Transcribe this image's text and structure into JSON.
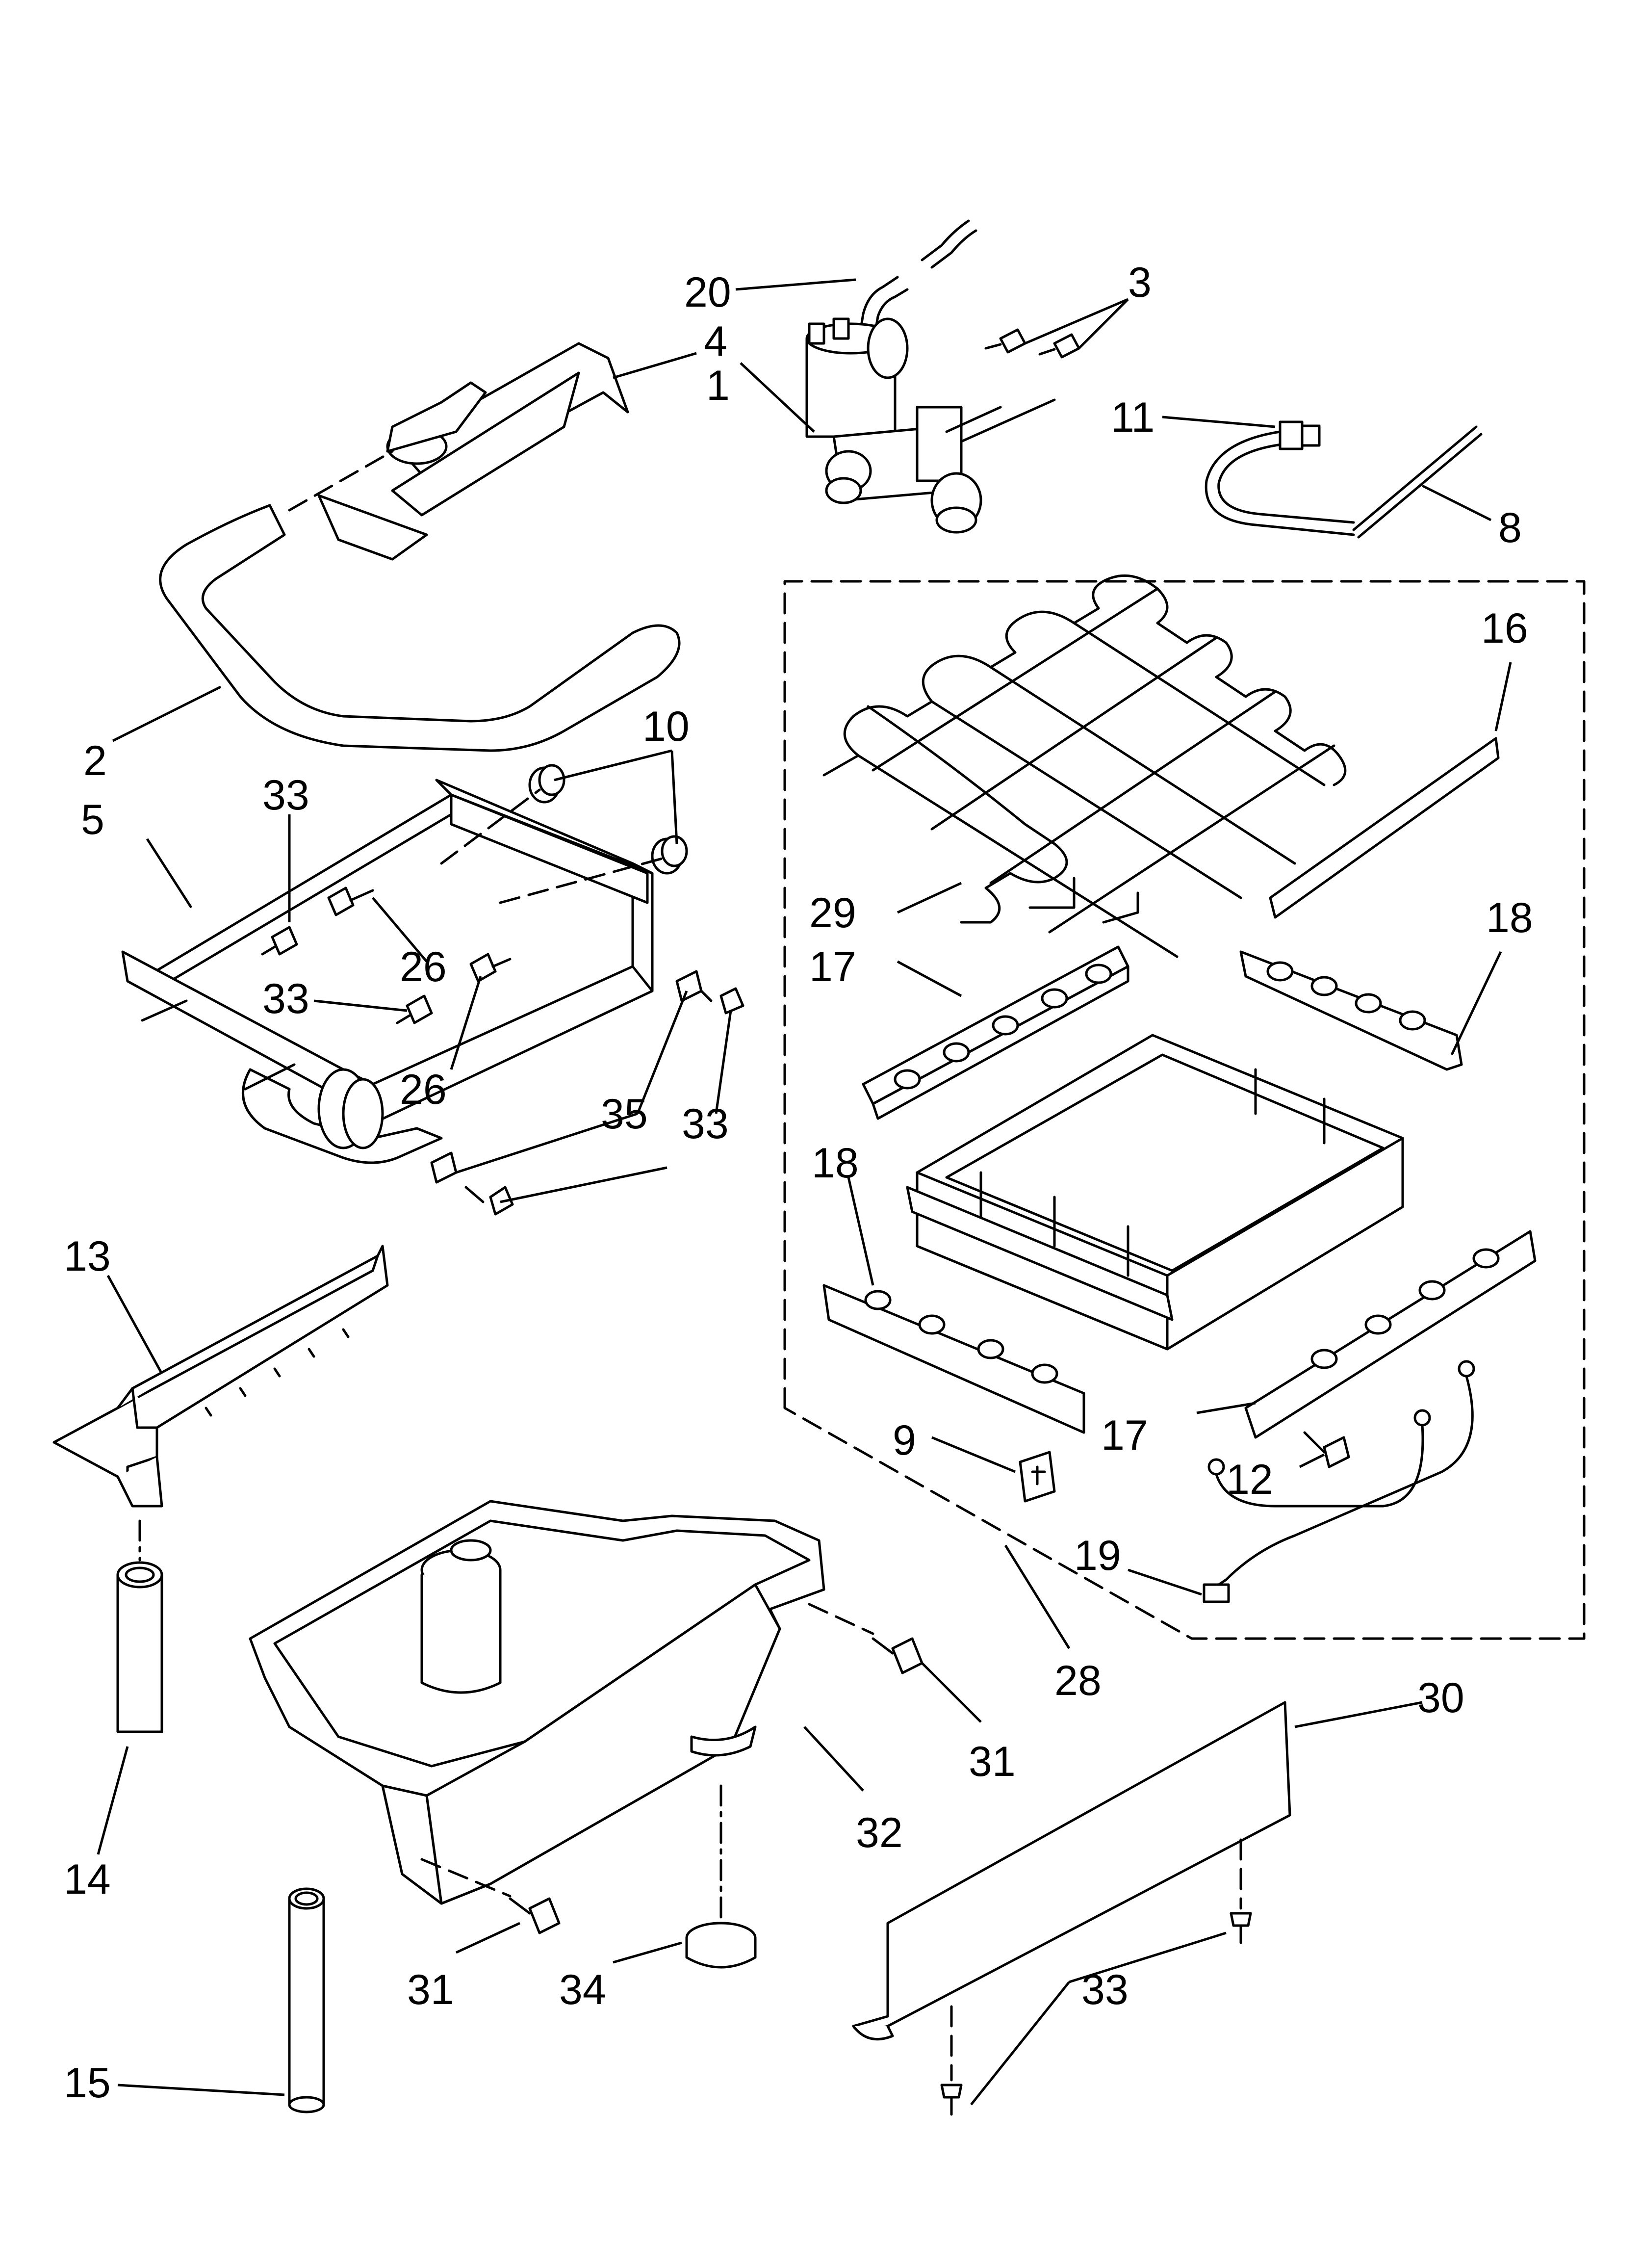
{
  "callouts": [
    {
      "id": "c20",
      "text": "20"
    },
    {
      "id": "c4",
      "text": "4"
    },
    {
      "id": "c1",
      "text": "1"
    },
    {
      "id": "c3",
      "text": "3"
    },
    {
      "id": "c11",
      "text": "11"
    },
    {
      "id": "c8",
      "text": "8"
    },
    {
      "id": "c16",
      "text": "16"
    },
    {
      "id": "c2",
      "text": "2"
    },
    {
      "id": "c10",
      "text": "10"
    },
    {
      "id": "c33a",
      "text": "33"
    },
    {
      "id": "c5",
      "text": "5"
    },
    {
      "id": "c26a",
      "text": "26"
    },
    {
      "id": "c29",
      "text": "29"
    },
    {
      "id": "c18a",
      "text": "18"
    },
    {
      "id": "c17a",
      "text": "17"
    },
    {
      "id": "c33b",
      "text": "33"
    },
    {
      "id": "c26b",
      "text": "26"
    },
    {
      "id": "c35",
      "text": "35"
    },
    {
      "id": "c33c",
      "text": "33"
    },
    {
      "id": "c13",
      "text": "13"
    },
    {
      "id": "c18b",
      "text": "18"
    },
    {
      "id": "c9",
      "text": "9"
    },
    {
      "id": "c17b",
      "text": "17"
    },
    {
      "id": "c12",
      "text": "12"
    },
    {
      "id": "c19",
      "text": "19"
    },
    {
      "id": "c28",
      "text": "28"
    },
    {
      "id": "c31a",
      "text": "31"
    },
    {
      "id": "c32",
      "text": "32"
    },
    {
      "id": "c30",
      "text": "30"
    },
    {
      "id": "c14",
      "text": "14"
    },
    {
      "id": "c31b",
      "text": "31"
    },
    {
      "id": "c34",
      "text": "34"
    },
    {
      "id": "c33d",
      "text": "33"
    },
    {
      "id": "c15",
      "text": "15"
    }
  ]
}
